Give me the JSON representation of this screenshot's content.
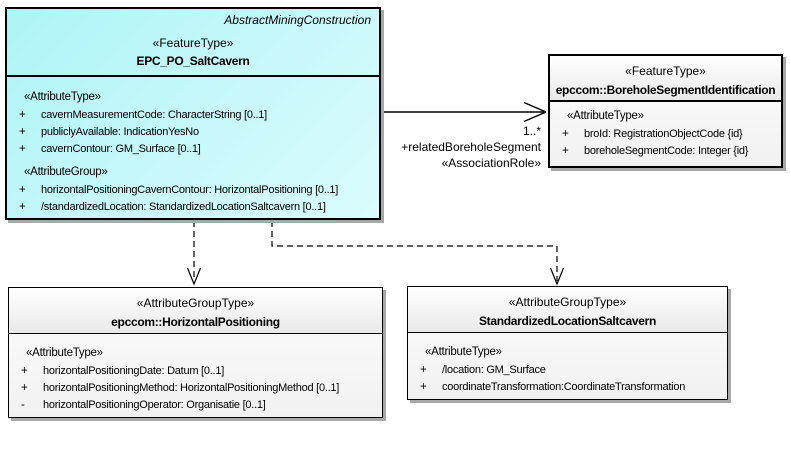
{
  "diagram": {
    "background": "#ffffff"
  },
  "colors": {
    "class_fill_cyan": "#AEF4F7",
    "class_fill_gray": "#F1F1F1",
    "border": "#000000",
    "shadow": "#A8A8A8",
    "text": "#000000"
  },
  "classes": {
    "salt_cavern": {
      "parent_label": "AbstractMiningConstruction",
      "stereotype": "«FeatureType»",
      "name": "EPC_PO_SaltCavern",
      "sections": [
        {
          "label": "«AttributeType»",
          "attrs": [
            {
              "vis": "+",
              "text": "cavernMeasurementCode: CharacterString [0..1]"
            },
            {
              "vis": "+",
              "text": "publiclyAvailable: IndicationYesNo"
            },
            {
              "vis": "+",
              "text": "cavernContour: GM_Surface [0..1]"
            }
          ]
        },
        {
          "label": "«AttributeGroup»",
          "attrs": [
            {
              "vis": "+",
              "text": "horizontalPositioningCavernContour: HorizontalPositioning [0..1]"
            },
            {
              "vis": "+",
              "text": "/standardizedLocation: StandardizedLocationSaltcavern [0..1]"
            }
          ]
        }
      ]
    },
    "borehole_segment": {
      "stereotype": "«FeatureType»",
      "name": "epccom::BoreholeSegmentIdentification",
      "sections": [
        {
          "label": "«AttributeType»",
          "attrs": [
            {
              "vis": "+",
              "text": "broId: RegistrationObjectCode {id}"
            },
            {
              "vis": "+",
              "text": "boreholeSegmentCode: Integer {id}"
            }
          ]
        }
      ]
    },
    "horizontal_positioning": {
      "stereotype": "«AttributeGroupType»",
      "name": "epccom::HorizontalPositioning",
      "sections": [
        {
          "label": "«AttributeType»",
          "attrs": [
            {
              "vis": "+",
              "text": "horizontalPositioningDate: Datum [0..1]"
            },
            {
              "vis": "+",
              "text": "horizontalPositioningMethod: HorizontalPositioningMethod [0..1]"
            },
            {
              "vis": "-",
              "text": "horizontalPositioningOperator: Organisatie [0..1]"
            }
          ]
        }
      ]
    },
    "standardized_location": {
      "stereotype": "«AttributeGroupType»",
      "name": "StandardizedLocationSaltcavern",
      "sections": [
        {
          "label": "«AttributeType»",
          "attrs": [
            {
              "vis": "+",
              "text": "/location: GM_Surface"
            },
            {
              "vis": "+",
              "text": "coordinateTransformation:CoordinateTransformation"
            }
          ]
        }
      ]
    }
  },
  "association": {
    "multiplicity": "1..*",
    "role_name": "+relatedBoreholeSegment",
    "stereotype": "«AssociationRole»"
  }
}
